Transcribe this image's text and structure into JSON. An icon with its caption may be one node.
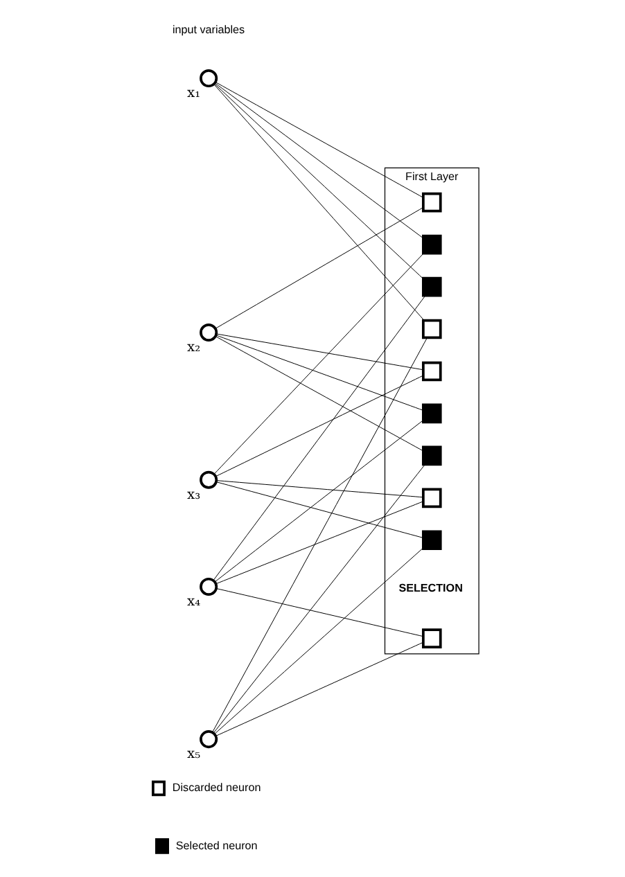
{
  "diagram": {
    "nodes": [
      {
        "text": [
          "First Layer",
          "SELECTION"
        ]
      },
      {
        "text": [],
        "shape": "box",
        "in": 0
      },
      {
        "text": [],
        "shape": "box",
        "in": 0
      },
      {
        "text": [],
        "shape": "box",
        "in": 0
      },
      {
        "text": [],
        "shape": "box",
        "in": 0
      },
      {
        "text": [],
        "shape": "box",
        "in": 0
      },
      {
        "text": [],
        "shape": "box",
        "in": 0
      },
      {
        "text": [],
        "shape": "box",
        "in": 0
      },
      {
        "text": [],
        "shape": "box",
        "in": 0
      },
      {
        "text": [],
        "shape": "box",
        "in": 0
      },
      {
        "text": [],
        "shape": "box",
        "in": 0
      },
      {
        "text": [],
        "shape": "circle",
        "beside": [
          "x₁"
        ]
      },
      {
        "text": [],
        "shape": "circle",
        "beside": [
          "x₂"
        ]
      },
      {
        "text": [],
        "shape": "circle",
        "beside": [
          "x₃"
        ]
      },
      {
        "text": [],
        "shape": "circle",
        "beside": [
          "x₄"
        ]
      },
      {
        "text": [],
        "shape": "circle",
        "beside": [
          "x₅"
        ]
      }
    ],
    "edges": [
      {
        "from": 11,
        "to": 1,
        "arrow": "none"
      },
      {
        "from": 11,
        "to": 2,
        "arrow": "none"
      },
      {
        "from": 11,
        "to": 3,
        "arrow": "none"
      },
      {
        "from": 11,
        "to": 4,
        "arrow": "none"
      },
      {
        "from": 12,
        "to": 1,
        "arrow": "none"
      },
      {
        "from": 12,
        "to": 5,
        "arrow": "none"
      },
      {
        "from": 12,
        "to": 6,
        "arrow": "none"
      },
      {
        "from": 12,
        "to": 7,
        "arrow": "none"
      },
      {
        "from": 13,
        "to": 2,
        "arrow": "none"
      },
      {
        "from": 13,
        "to": 5,
        "arrow": "none"
      },
      {
        "from": 13,
        "to": 8,
        "arrow": "none"
      },
      {
        "from": 13,
        "to": 9,
        "arrow": "none"
      },
      {
        "from": 14,
        "to": 3,
        "arrow": "none"
      },
      {
        "from": 14,
        "to": 6,
        "arrow": "none"
      },
      {
        "from": 14,
        "to": 8,
        "arrow": "none"
      },
      {
        "from": 14,
        "to": 10,
        "arrow": "none"
      },
      {
        "from": 15,
        "to": 4,
        "arrow": "none"
      },
      {
        "from": 15,
        "to": 7,
        "arrow": "none"
      },
      {
        "from": 15,
        "to": 9,
        "arrow": "none"
      },
      {
        "from": 15,
        "to": 10,
        "arrow": "none"
      }
    ],
    "labels": [
      "input variables"
    ],
    "legend": [
      {
        "text": "Discarded neuron",
        "color": "#ffffff"
      },
      {
        "text": "Selected neuron",
        "color": "#000000"
      }
    ]
  }
}
